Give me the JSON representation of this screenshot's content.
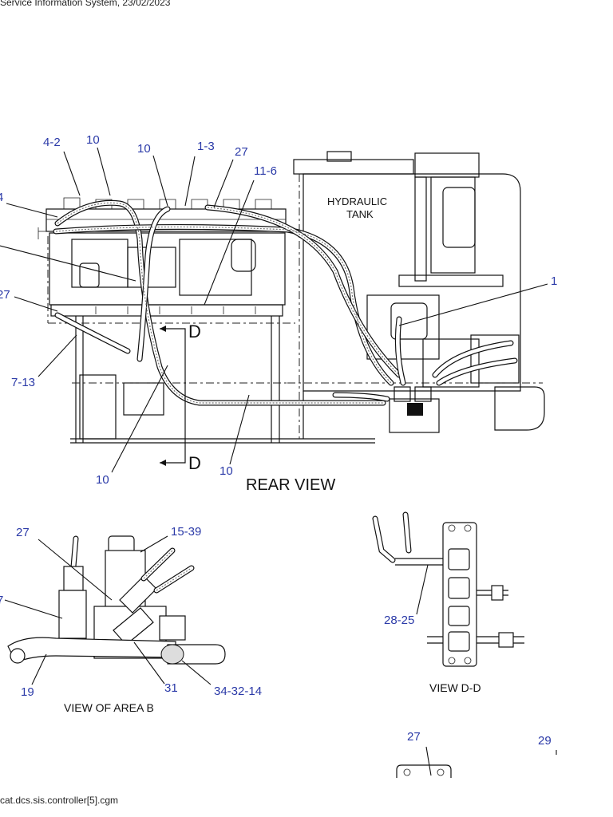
{
  "header": {
    "text": "Service Information System, 23/02/2023"
  },
  "footer": {
    "text": "cat.dcs.sis.controller[5].cgm"
  },
  "main_view": {
    "title": "REAR VIEW",
    "tank_label_line1": "HYDRAULIC",
    "tank_label_line2": "TANK",
    "section_mark": "D",
    "callouts": [
      "4-2",
      "10",
      "10",
      "1-3",
      "27",
      "11-6",
      "4",
      "27",
      "7-13",
      "10",
      "10",
      "1"
    ]
  },
  "area_b": {
    "title": "VIEW OF AREA  B",
    "callouts": [
      "27",
      "15-39",
      "7",
      "19",
      "31",
      "34-32-14"
    ]
  },
  "view_dd": {
    "title": "VIEW  D-D",
    "callouts": [
      "28-25"
    ]
  },
  "partial_view": {
    "callouts": [
      "27",
      "29"
    ]
  },
  "icons": {
    "hose": "hose-icon",
    "section-arrow": "section-arrow-icon"
  }
}
